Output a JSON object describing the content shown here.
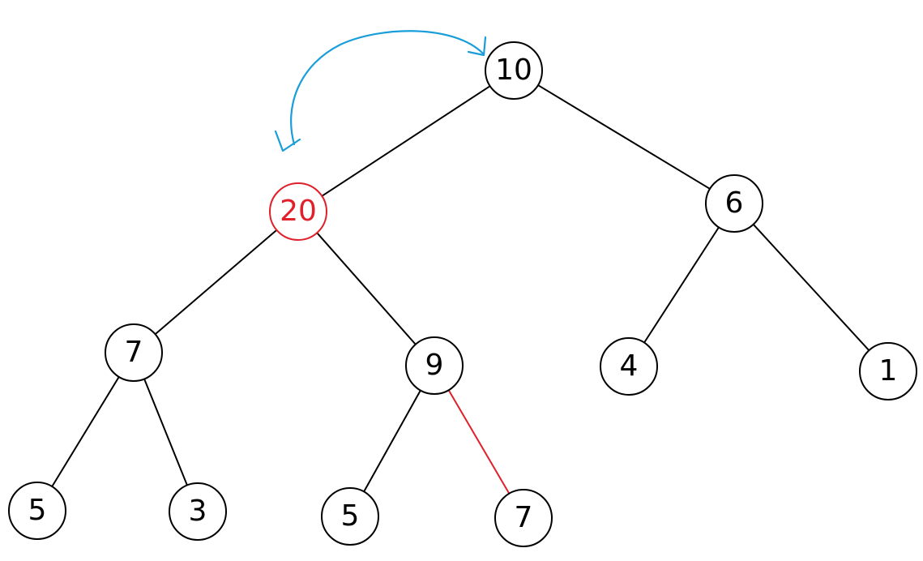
{
  "nodes": [
    {
      "id": "n10",
      "label": "10",
      "highlight": false
    },
    {
      "id": "n20",
      "label": "20",
      "highlight": true
    },
    {
      "id": "n6",
      "label": "6",
      "highlight": false
    },
    {
      "id": "n7a",
      "label": "7",
      "highlight": false
    },
    {
      "id": "n9",
      "label": "9",
      "highlight": false
    },
    {
      "id": "n4",
      "label": "4",
      "highlight": false
    },
    {
      "id": "n1",
      "label": "1",
      "highlight": false
    },
    {
      "id": "n5a",
      "label": "5",
      "highlight": false
    },
    {
      "id": "n3",
      "label": "3",
      "highlight": false
    },
    {
      "id": "n5b",
      "label": "5",
      "highlight": false
    },
    {
      "id": "n7b",
      "label": "7",
      "highlight": false
    }
  ],
  "edges": [
    {
      "from": "n10",
      "to": "n20",
      "highlight": false
    },
    {
      "from": "n10",
      "to": "n6",
      "highlight": false
    },
    {
      "from": "n20",
      "to": "n7a",
      "highlight": false
    },
    {
      "from": "n20",
      "to": "n9",
      "highlight": false
    },
    {
      "from": "n6",
      "to": "n4",
      "highlight": false
    },
    {
      "from": "n6",
      "to": "n1",
      "highlight": false
    },
    {
      "from": "n7a",
      "to": "n5a",
      "highlight": false
    },
    {
      "from": "n7a",
      "to": "n3",
      "highlight": false
    },
    {
      "from": "n9",
      "to": "n5b",
      "highlight": false
    },
    {
      "from": "n9",
      "to": "n7b",
      "highlight": true
    }
  ],
  "swap_arrow": {
    "between": [
      "n10",
      "n20"
    ]
  },
  "colors": {
    "stroke": "#000000",
    "highlight": "#e0202a",
    "arrow": "#1a9ed9",
    "fill": "#ffffff"
  }
}
